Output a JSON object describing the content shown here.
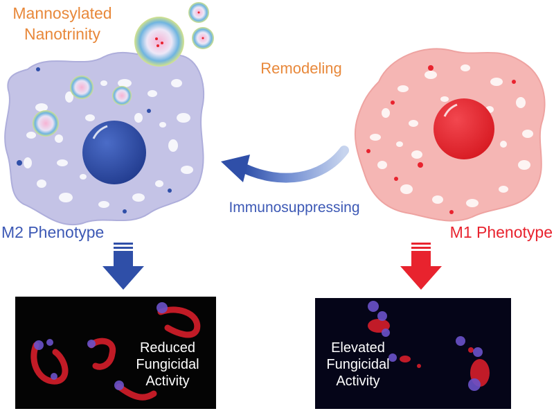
{
  "nanoparticle_label": {
    "line1": "Mannosylated",
    "line2": "Nanotrinity"
  },
  "remodeling_label": "Remodeling",
  "immunosuppressing_label": "Immunosuppressing",
  "m2_label": "M2 Phenotype",
  "m1_label": "M1 Phenotype",
  "m2_result": {
    "line1": "Reduced",
    "line2": "Fungicidal",
    "line3": "Activity"
  },
  "m1_result": {
    "line1": "Elevated",
    "line2": "Fungicidal",
    "line3": "Activity"
  },
  "colors": {
    "m2_cell": "#c4c3e6",
    "m2_nucleus": "#2f4fa8",
    "m1_cell": "#f5b6b4",
    "m1_nucleus": "#e8232e",
    "orange_text": "#e8883a",
    "blue_text": "#3d59b5",
    "red_text": "#e8232e"
  }
}
